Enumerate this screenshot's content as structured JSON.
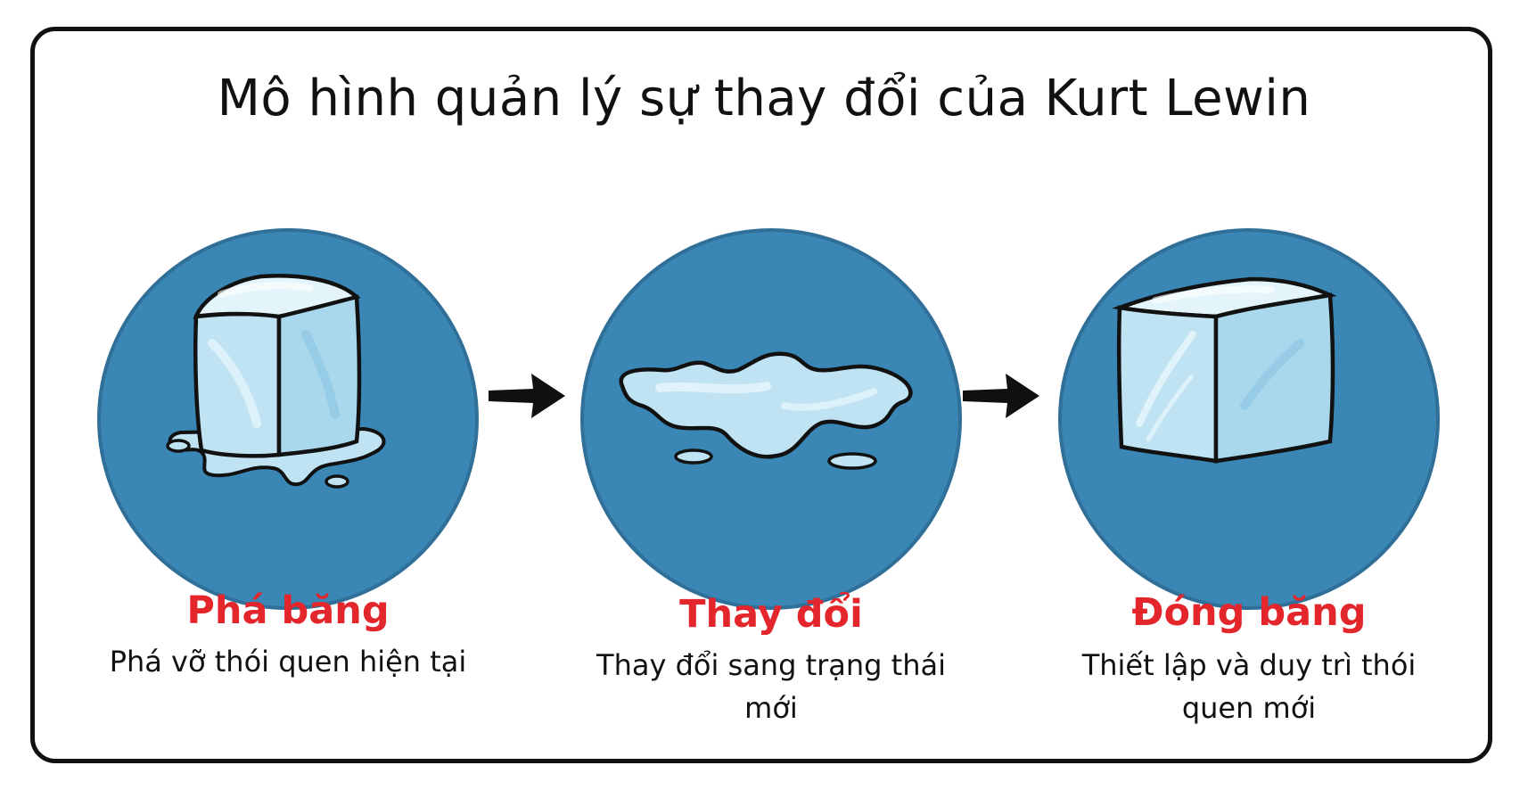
{
  "title": "Mô hình quản lý sự thay đổi của Kurt Lewin",
  "colors": {
    "circle": "#3a86b4",
    "circle_edge": "#2f6f98",
    "label": "#e3262b",
    "text": "#111111",
    "ice_fill": "#bfe3f2",
    "ice_light": "#e4f4fb",
    "ice_dark": "#8fc7e2"
  },
  "stages": [
    {
      "label": "Phá băng",
      "description": "Phá vỡ thói quen hiện tại",
      "icon": "melting-ice-cube-icon"
    },
    {
      "label": "Thay đổi",
      "description": "Thay đổi sang trạng thái mới",
      "icon": "water-puddle-icon"
    },
    {
      "label": "Đóng băng",
      "description": "Thiết lập và duy trì thói quen mới",
      "icon": "ice-cube-icon"
    }
  ],
  "connectors": [
    "arrow-right-icon",
    "arrow-right-icon"
  ]
}
